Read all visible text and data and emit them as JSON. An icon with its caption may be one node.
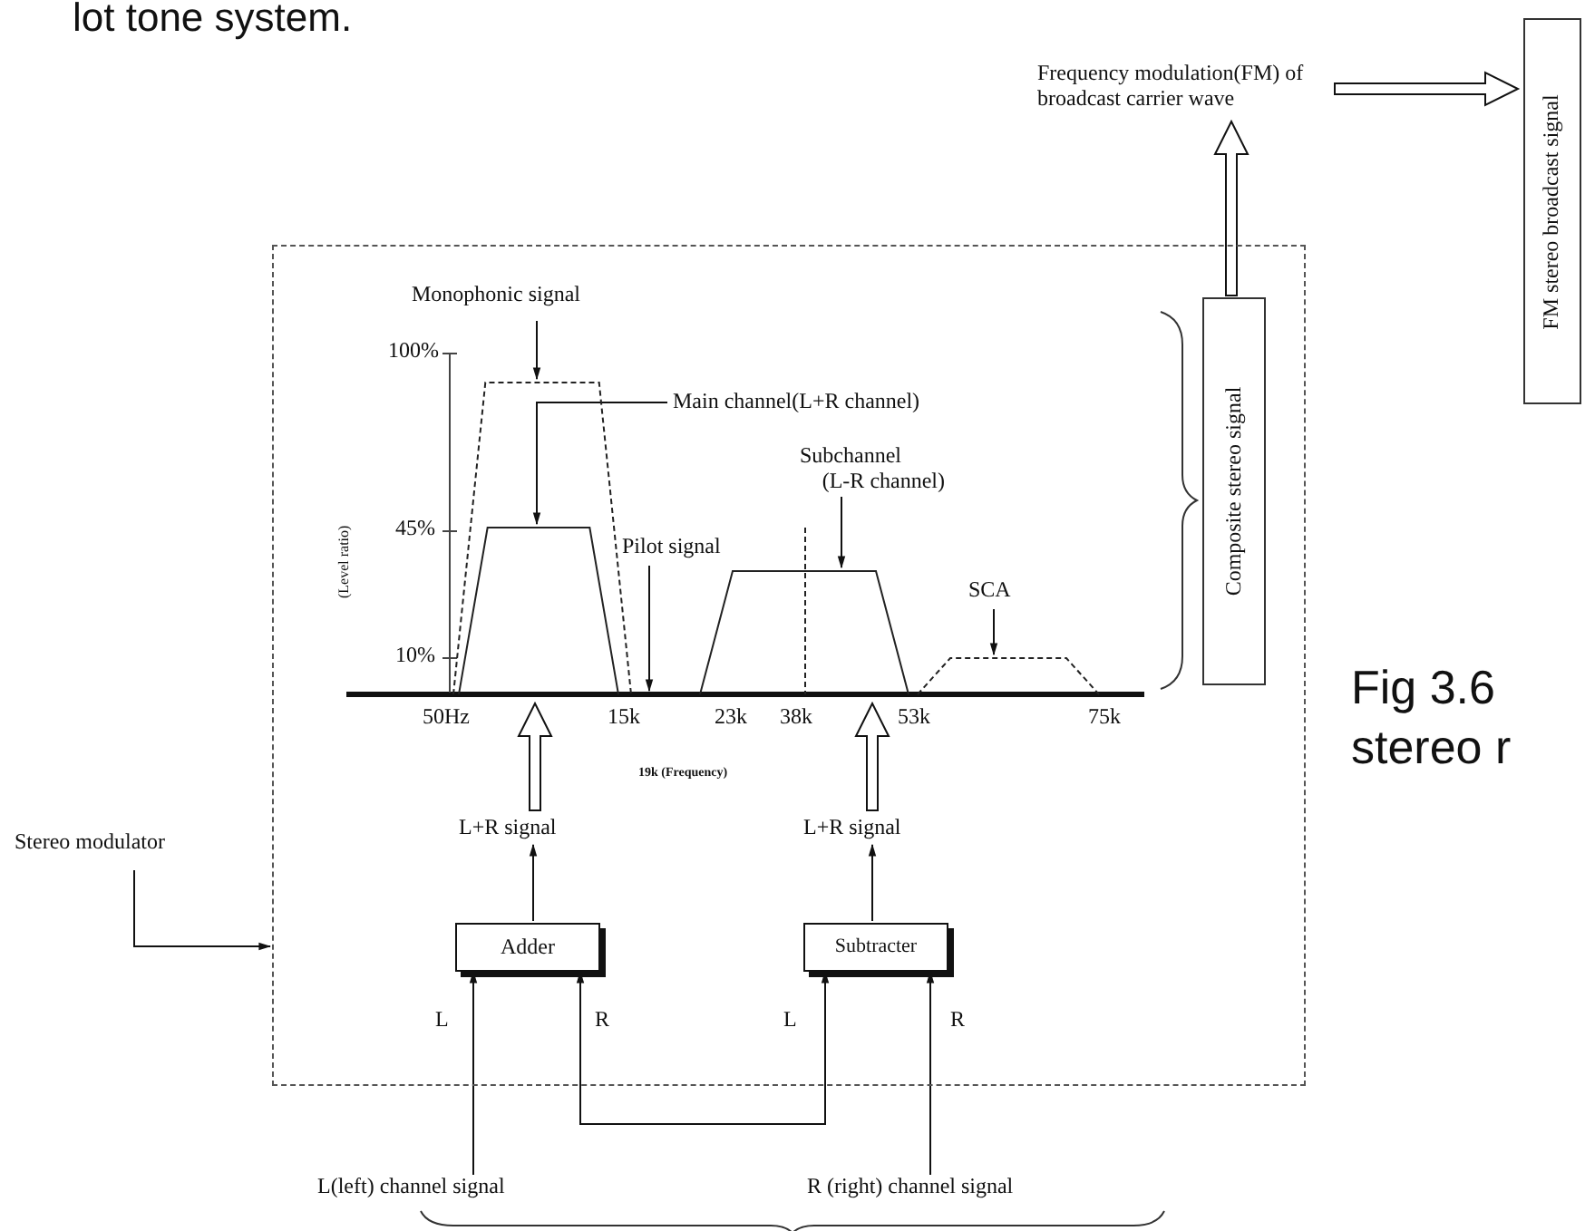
{
  "diagram": {
    "nodes": [
      {
        "text": [],
        "shape": "box"
      },
      {
        "text": [],
        "shape": "picture",
        "in": 0
      },
      {
        "text": [
          "Monophonic signal"
        ],
        "in": 0
      },
      {
        "text": [
          "Main channel(L+R channel)"
        ],
        "in": 1
      },
      {
        "text": [
          "Pilot signal"
        ],
        "in": 1
      },
      {
        "text": [
          "Subchannel (L-R channel)"
        ],
        "in": 1
      },
      {
        "text": [
          "SCA"
        ],
        "in": 1
      },
      {
        "text": [
          "L+R signal"
        ],
        "in": 0
      },
      {
        "text": [
          "L+R signal"
        ],
        "in": 0
      },
      {
        "text": [
          "Adder"
        ],
        "in": 0
      },
      {
        "text": [
          "Subtracter"
        ],
        "in": 0
      },
      {
        "text": [
          "Composite stereo signal"
        ],
        "in": 0
      },
      {
        "text": [
          "Frequency modulation(FM) of broadcast carrier wave"
        ]
      },
      {
        "text": [
          "FM stereo broadcast signal"
        ]
      },
      {
        "text": [
          "Stereo modulator"
        ]
      },
      {
        "text": [
          "L(left) channel signal"
        ]
      },
      {
        "text": [
          "R (right) channel signal"
        ]
      },
      {
        "text": [],
        "shape": "trapezoid",
        "in": 1
      },
      {
        "text": [],
        "shape": "trapezoid",
        "in": 17
      },
      {
        "text": [],
        "shape": "trapezoid",
        "in": 1
      },
      {
        "text": [],
        "shape": "trapezoid",
        "in": 1
      }
    ],
    "edges": [
      {
        "from": 2,
        "to": 17,
        "arrow": "to"
      },
      {
        "from": 3,
        "to": 18,
        "arrow": "to"
      },
      {
        "from": 4,
        "to": 1,
        "arrow": "to"
      },
      {
        "from": 5,
        "to": 19,
        "arrow": "to"
      },
      {
        "from": 6,
        "to": 20,
        "arrow": "to"
      },
      {
        "from": 7,
        "to": 1,
        "arrow": "to",
        "style": "thick"
      },
      {
        "from": 8,
        "to": 1,
        "arrow": "to",
        "style": "thick"
      },
      {
        "from": 9,
        "to": 7,
        "arrow": "to"
      },
      {
        "from": 10,
        "to": 8,
        "arrow": "to"
      },
      {
        "from": 15,
        "to": 9,
        "arrow": "to"
      },
      {
        "from": 16,
        "to": 10,
        "arrow": "to"
      },
      {
        "from": 9,
        "to": 10,
        "arrow": "both"
      },
      {
        "from": 11,
        "to": 12,
        "arrow": "to",
        "style": "thick"
      },
      {
        "from": 12,
        "to": 13,
        "arrow": "to",
        "style": "thick"
      },
      {
        "from": 14,
        "to": 0,
        "arrow": "to"
      }
    ],
    "labels": [
      "lot tone system.",
      "100%",
      "45%",
      "10%",
      "(Level ratio)",
      "50Hz",
      "15k",
      "23k",
      "38k",
      "53k",
      "75k",
      "19k (Frequency)",
      "L",
      "R",
      "L",
      "R",
      "Fig 3.6",
      "stereo r"
    ]
  }
}
